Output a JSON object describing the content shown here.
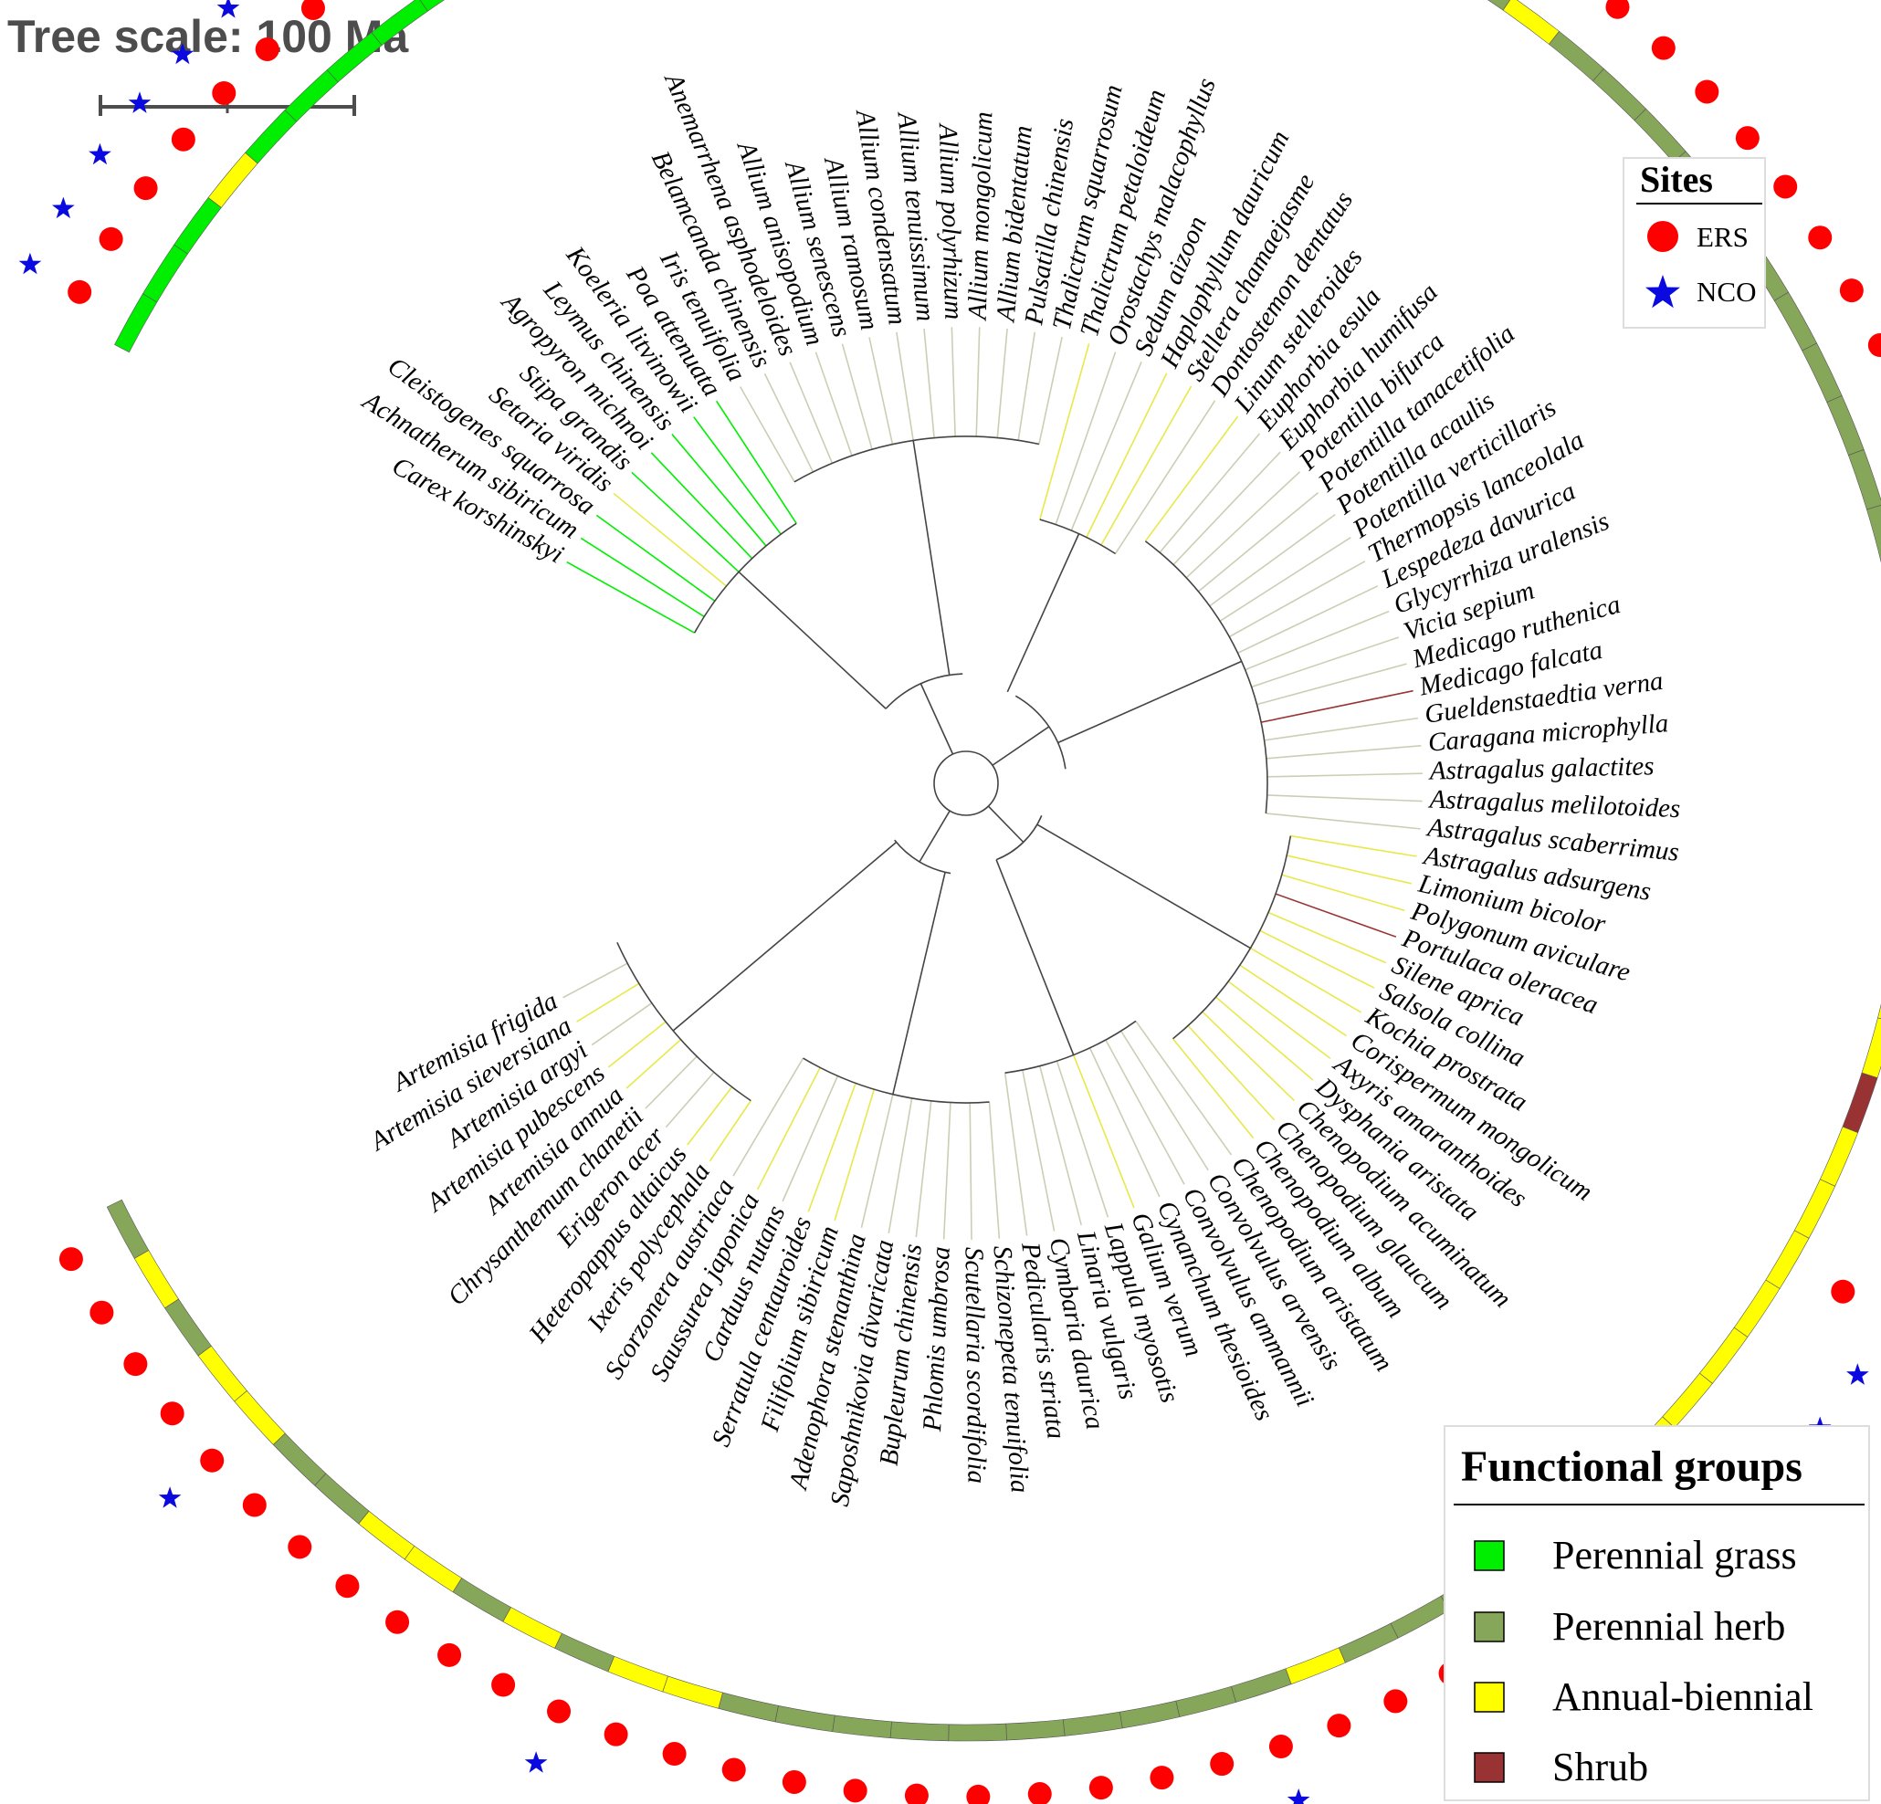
{
  "tree_scale": {
    "label": "Tree scale: 100 Ma"
  },
  "colors": {
    "Perennial grass": "#00ee00",
    "Perennial herb": "#86a659",
    "Annual-biennial": "#ffff00",
    "Shrub": "#993333",
    "ERS": "#ff0000",
    "NCO": "#0a0ae0",
    "branch": "#c9cfb3",
    "branch_dark": "#444444"
  },
  "sites_legend": {
    "title": "Sites",
    "items": [
      {
        "label": "ERS",
        "marker": "circle"
      },
      {
        "label": "NCO",
        "marker": "star"
      }
    ]
  },
  "groups_legend": {
    "title": "Functional groups",
    "items": [
      "Perennial grass",
      "Perennial herb",
      "Annual-biennial",
      "Shrub"
    ]
  },
  "species": [
    {
      "name": "Carex korshinskyi",
      "group": "Perennial grass",
      "ers": true,
      "nco": true
    },
    {
      "name": "Achnatherum sibiricum",
      "group": "Perennial grass",
      "ers": true,
      "nco": true
    },
    {
      "name": "Cleistogenes squarrosa",
      "group": "Perennial grass",
      "ers": true,
      "nco": true
    },
    {
      "name": "Setaria viridis",
      "group": "Annual-biennial",
      "ers": true,
      "nco": true
    },
    {
      "name": "Stipa grandis",
      "group": "Perennial grass",
      "ers": true,
      "nco": true
    },
    {
      "name": "Agropyron michnoi",
      "group": "Perennial grass",
      "ers": true,
      "nco": true
    },
    {
      "name": "Leymus chinensis",
      "group": "Perennial grass",
      "ers": true,
      "nco": true
    },
    {
      "name": "Koeleria litvinowii",
      "group": "Perennial grass",
      "ers": true,
      "nco": true
    },
    {
      "name": "Poa attenuata",
      "group": "Perennial grass",
      "ers": true,
      "nco": false
    },
    {
      "name": "Iris tenuifolia",
      "group": "Perennial herb",
      "ers": true,
      "nco": true
    },
    {
      "name": "Belamcanda chinensis",
      "group": "Perennial herb",
      "ers": true,
      "nco": true
    },
    {
      "name": "Anemarrhena asphodeloides",
      "group": "Perennial herb",
      "ers": true,
      "nco": true
    },
    {
      "name": "Allium anisopodium",
      "group": "Perennial herb",
      "ers": true,
      "nco": false
    },
    {
      "name": "Allium senescens",
      "group": "Perennial herb",
      "ers": true,
      "nco": true
    },
    {
      "name": "Allium ramosum",
      "group": "Perennial herb",
      "ers": true,
      "nco": true
    },
    {
      "name": "Allium condensatum",
      "group": "Perennial herb",
      "ers": true,
      "nco": true
    },
    {
      "name": "Allium tenuissimum",
      "group": "Perennial herb",
      "ers": false,
      "nco": true
    },
    {
      "name": "Allium polyrhizum",
      "group": "Perennial herb",
      "ers": false,
      "nco": true
    },
    {
      "name": "Allium mongolicum",
      "group": "Perennial herb",
      "ers": true,
      "nco": true
    },
    {
      "name": "Allium bidentatum",
      "group": "Perennial herb",
      "ers": true,
      "nco": false
    },
    {
      "name": "Pulsatilla chinensis",
      "group": "Perennial herb",
      "ers": true,
      "nco": false
    },
    {
      "name": "Thalictrum squarrosum",
      "group": "Perennial herb",
      "ers": true,
      "nco": true
    },
    {
      "name": "Thalictrum petaloideum",
      "group": "Annual-biennial",
      "ers": true,
      "nco": false
    },
    {
      "name": "Orostachys malacophyllus",
      "group": "Perennial herb",
      "ers": true,
      "nco": true
    },
    {
      "name": "Sedum aizoon",
      "group": "Perennial herb",
      "ers": true,
      "nco": false
    },
    {
      "name": "Haplophyllum dauricum",
      "group": "Annual-biennial",
      "ers": true,
      "nco": false
    },
    {
      "name": "Stellera chamaejasme",
      "group": "Annual-biennial",
      "ers": true,
      "nco": false
    },
    {
      "name": "Dontostemon dentatus",
      "group": "Perennial herb",
      "ers": true,
      "nco": true
    },
    {
      "name": "Linum stelleroides",
      "group": "Annual-biennial",
      "ers": true,
      "nco": false
    },
    {
      "name": "Euphorbia esula",
      "group": "Perennial herb",
      "ers": true,
      "nco": false
    },
    {
      "name": "Euphorbia humifusa",
      "group": "Perennial herb",
      "ers": true,
      "nco": false
    },
    {
      "name": "Potentilla bifurca",
      "group": "Perennial herb",
      "ers": true,
      "nco": false
    },
    {
      "name": "Potentilla tanacetifolia",
      "group": "Perennial herb",
      "ers": true,
      "nco": false
    },
    {
      "name": "Potentilla acaulis",
      "group": "Perennial herb",
      "ers": true,
      "nco": false
    },
    {
      "name": "Potentilla verticillaris",
      "group": "Perennial herb",
      "ers": true,
      "nco": false
    },
    {
      "name": "Thermopsis lanceolala",
      "group": "Perennial herb",
      "ers": true,
      "nco": false
    },
    {
      "name": "Lespedeza davurica",
      "group": "Perennial herb",
      "ers": true,
      "nco": false
    },
    {
      "name": "Glycyrrhiza uralensis",
      "group": "Perennial herb",
      "ers": true,
      "nco": true
    },
    {
      "name": "Vicia sepium",
      "group": "Perennial herb",
      "ers": true,
      "nco": false
    },
    {
      "name": "Medicago ruthenica",
      "group": "Perennial herb",
      "ers": true,
      "nco": true
    },
    {
      "name": "Medicago falcata",
      "group": "Shrub",
      "ers": true,
      "nco": true
    },
    {
      "name": "Gueldenstaedtia verna",
      "group": "Perennial herb",
      "ers": true,
      "nco": true
    },
    {
      "name": "Caragana microphylla",
      "group": "Perennial herb",
      "ers": false,
      "nco": true
    },
    {
      "name": "Astragalus galactites",
      "group": "Perennial herb",
      "ers": false,
      "nco": true
    },
    {
      "name": "Astragalus melilotoides",
      "group": "Perennial herb",
      "ers": true,
      "nco": false
    },
    {
      "name": "Astragalus scaberrimus",
      "group": "Perennial herb",
      "ers": true,
      "nco": true
    },
    {
      "name": "Astragalus adsurgens",
      "group": "Annual-biennial",
      "ers": true,
      "nco": true
    },
    {
      "name": "Limonium bicolor",
      "group": "Annual-biennial",
      "ers": true,
      "nco": true
    },
    {
      "name": "Polygonum aviculare",
      "group": "Annual-biennial",
      "ers": true,
      "nco": true
    },
    {
      "name": "Portulaca oleracea",
      "group": "Shrub",
      "ers": true,
      "nco": false
    },
    {
      "name": "Silene aprica",
      "group": "Annual-biennial",
      "ers": true,
      "nco": false
    },
    {
      "name": "Salsola collina",
      "group": "Annual-biennial",
      "ers": false,
      "nco": true
    },
    {
      "name": "Kochia prostrata",
      "group": "Annual-biennial",
      "ers": true,
      "nco": false
    },
    {
      "name": "Corispermum mongolicum",
      "group": "Annual-biennial",
      "ers": false,
      "nco": true
    },
    {
      "name": "Axyris amaranthoides",
      "group": "Annual-biennial",
      "ers": false,
      "nco": true
    },
    {
      "name": "Dysphania aristata",
      "group": "Annual-biennial",
      "ers": true,
      "nco": false
    },
    {
      "name": "Chenopodium acuminatum",
      "group": "Annual-biennial",
      "ers": false,
      "nco": true
    },
    {
      "name": "Chenopodium glaucum",
      "group": "Annual-biennial",
      "ers": true,
      "nco": false
    },
    {
      "name": "Chenopodium album",
      "group": "Annual-biennial",
      "ers": true,
      "nco": false
    },
    {
      "name": "Chenopodium aristatum",
      "group": "Perennial herb",
      "ers": true,
      "nco": false
    },
    {
      "name": "Convolvulus arvensis",
      "group": "Perennial herb",
      "ers": true,
      "nco": true
    },
    {
      "name": "Convolvulus ammannii",
      "group": "Perennial herb",
      "ers": true,
      "nco": true
    },
    {
      "name": "Cynanchum thesioides",
      "group": "Perennial herb",
      "ers": true,
      "nco": false
    },
    {
      "name": "Galium verum",
      "group": "Annual-biennial",
      "ers": true,
      "nco": false
    },
    {
      "name": "Lappula myosotis",
      "group": "Perennial herb",
      "ers": true,
      "nco": true
    },
    {
      "name": "Linaria vulgaris",
      "group": "Perennial herb",
      "ers": true,
      "nco": false
    },
    {
      "name": "Cymbaria daurica",
      "group": "Perennial herb",
      "ers": true,
      "nco": false
    },
    {
      "name": "Pedicularis striata",
      "group": "Perennial herb",
      "ers": true,
      "nco": false
    },
    {
      "name": "Schizonepeta tenuifolia",
      "group": "Perennial herb",
      "ers": true,
      "nco": true
    },
    {
      "name": "Scutellaria scordifolia",
      "group": "Perennial herb",
      "ers": true,
      "nco": false
    },
    {
      "name": "Phlomis umbrosa",
      "group": "Perennial herb",
      "ers": true,
      "nco": false
    },
    {
      "name": "Bupleurum chinensis",
      "group": "Perennial herb",
      "ers": true,
      "nco": false
    },
    {
      "name": "Saposhnikovia divaricata",
      "group": "Perennial herb",
      "ers": true,
      "nco": false
    },
    {
      "name": "Adenophora stenanthina",
      "group": "Perennial herb",
      "ers": true,
      "nco": false
    },
    {
      "name": "Filifolium sibiricum",
      "group": "Annual-biennial",
      "ers": true,
      "nco": false
    },
    {
      "name": "Serratula centauroides",
      "group": "Annual-biennial",
      "ers": true,
      "nco": false
    },
    {
      "name": "Carduus nutans",
      "group": "Perennial herb",
      "ers": true,
      "nco": true
    },
    {
      "name": "Saussurea japonica",
      "group": "Annual-biennial",
      "ers": true,
      "nco": false
    },
    {
      "name": "Scorzonera austriaca",
      "group": "Perennial herb",
      "ers": true,
      "nco": false
    },
    {
      "name": "Ixeris polycephala",
      "group": "Annual-biennial",
      "ers": true,
      "nco": false
    },
    {
      "name": "Heteropappus altaicus",
      "group": "Annual-biennial",
      "ers": true,
      "nco": false
    },
    {
      "name": "Erigeron acer",
      "group": "Perennial herb",
      "ers": true,
      "nco": false
    },
    {
      "name": "Chrysanthemum chanetii",
      "group": "Perennial herb",
      "ers": true,
      "nco": false
    },
    {
      "name": "Artemisia annua",
      "group": "Annual-biennial",
      "ers": true,
      "nco": true
    },
    {
      "name": "Artemisia pubescens",
      "group": "Annual-biennial",
      "ers": true,
      "nco": false
    },
    {
      "name": "Artemisia argyi",
      "group": "Perennial herb",
      "ers": true,
      "nco": false
    },
    {
      "name": "Artemisia sieversiana",
      "group": "Annual-biennial",
      "ers": true,
      "nco": false
    },
    {
      "name": "Artemisia frigida",
      "group": "Perennial herb",
      "ers": true,
      "nco": false
    }
  ]
}
